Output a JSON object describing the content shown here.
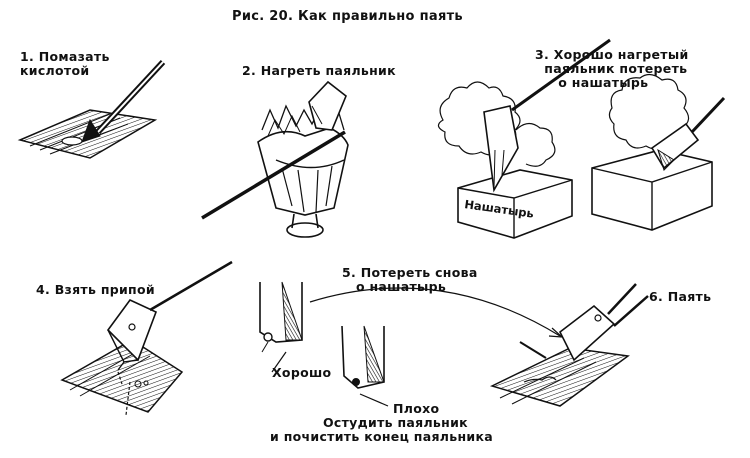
{
  "figure": {
    "title": "Рис. 20. Как правильно паять"
  },
  "steps": [
    {
      "text": "1. Помазать\nкислотой"
    },
    {
      "text": "2. Нагреть паяльник"
    },
    {
      "text": "3. Хорошо нагретый\n  паяльник потереть\n     о нашатырь"
    },
    {
      "text": "4. Взять припой"
    },
    {
      "text": "5. Потереть снова\n   о нашатырь"
    },
    {
      "text": "6. Паять"
    }
  ],
  "labels": {
    "block": "Нашатырь",
    "good": "Хорошо",
    "bad": "Плохо",
    "cool_line1": "Остудить паяльник",
    "cool_line2": "и почистить конец паяльника"
  }
}
